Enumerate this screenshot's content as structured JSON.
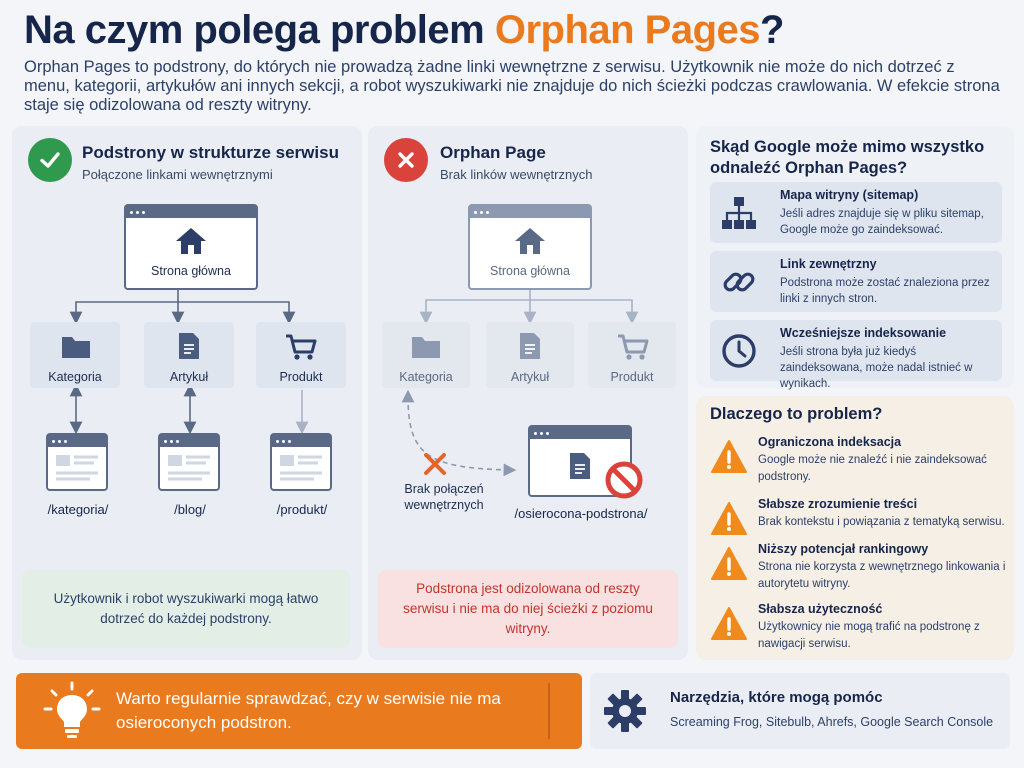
{
  "title": {
    "main": "Na czym polega problem ",
    "accent": "Orphan Pages",
    "end": "?"
  },
  "intro": "Orphan Pages to podstrony, do których nie prowadzą żadne linki wewnętrzne z serwisu. Użytkownik nie może do nich dotrzeć z menu, kategorii, artykułów ani innych sekcji, a robot wyszukiwarki nie znajduje do nich ścieżki podczas crawlowania. W efekcie strona staje się odizolowana od reszty witryny.",
  "left_column": {
    "title": "Podstrony w strukturze serwisu",
    "subtitle": "Połączone linkami wewnętrznymi",
    "home": "Strona główna",
    "nodes": [
      "Kategoria",
      "Artykuł",
      "Produkt"
    ],
    "paths": [
      "/kategoria/",
      "/blog/",
      "/produkt/"
    ],
    "note": "Użytkownik i robot wyszukiwarki mogą łatwo dotrzeć do każdej podstrony."
  },
  "middle_column": {
    "title": "Orphan Page",
    "subtitle": "Brak linków wewnętrznych",
    "home": "Strona główna",
    "nodes": [
      "Kategoria",
      "Artykuł",
      "Produkt"
    ],
    "broken_label": "Brak połączeń wewnętrznych",
    "orphan_path": "/osierocona-podstrona/",
    "note": "Podstrona jest odizolowana od reszty serwisu i nie ma do niej ścieżki z poziomu witryny."
  },
  "sources": {
    "title": "Skąd Google może mimo wszystko odnaleźć Orphan Pages?",
    "items": [
      {
        "icon": "sitemap-icon",
        "title": "Mapa witryny (sitemap)",
        "desc": "Jeśli adres znajduje się w pliku sitemap, Google może go zaindeksować."
      },
      {
        "icon": "link-icon",
        "title": "Link zewnętrzny",
        "desc": "Podstrona może zostać znaleziona przez linki z innych stron."
      },
      {
        "icon": "clock-icon",
        "title": "Wcześniejsze indeksowanie",
        "desc": "Jeśli strona była już kiedyś zaindeksowana, może nadal istnieć w wynikach."
      }
    ]
  },
  "problems": {
    "title": "Dlaczego to problem?",
    "items": [
      {
        "title": "Ograniczona indeksacja",
        "desc": "Google może nie znaleźć i nie zaindeksować podstrony."
      },
      {
        "title": "Słabsze zrozumienie treści",
        "desc": "Brak kontekstu i powiązania z tematyką serwisu."
      },
      {
        "title": "Niższy potencjał rankingowy",
        "desc": "Strona nie korzysta z wewnętrznego linkowania i autorytetu witryny."
      },
      {
        "title": "Słabsza użyteczność",
        "desc": "Użytkownicy nie mogą trafić na podstronę z nawigacji serwisu."
      }
    ]
  },
  "tip": "Warto regularnie sprawdzać, czy w serwisie nie ma osieroconych podstron.",
  "tools": {
    "title": "Narzędzia, które mogą pomóc",
    "list": "Screaming Frog, Sitebulb, Ahrefs, Google Search Console"
  },
  "colors": {
    "navy": "#16254a",
    "accent": "#ea7a1e",
    "success": "#2f9a4d",
    "error": "#d9433b"
  }
}
